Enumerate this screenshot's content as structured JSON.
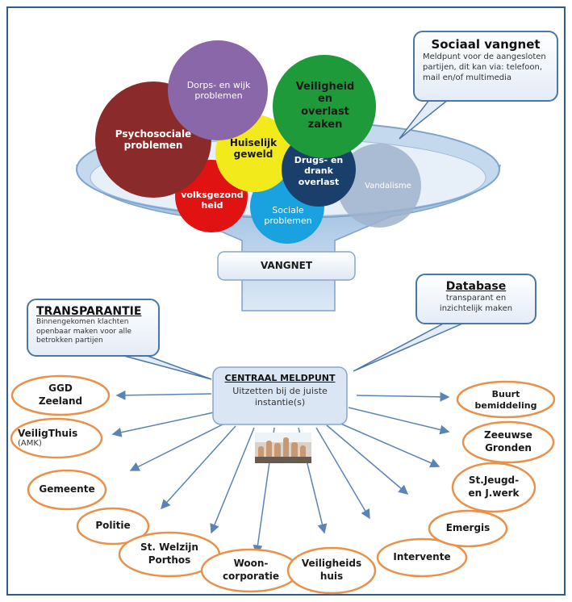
{
  "funnel": {
    "label": "VANGNET",
    "circles": {
      "psychosociale": "Psychosociale problemen",
      "dorps": "Dorps- en wijk problemen",
      "veiligheid": "Veiligheid en overlast zaken",
      "huiselijk": "Huiselijk geweld",
      "drugs": "Drugs- en drank overlast",
      "vandalisme": "Vandalisme",
      "volks": "volksgezond heid",
      "sociale": "Sociale problemen"
    }
  },
  "callouts": {
    "sociaal": {
      "title": "Sociaal vangnet",
      "text": "Meldpunt voor de aangesloten partijen, dit kan via: telefoon, mail en/of multimedia"
    },
    "database": {
      "title": "Database",
      "text": "transparant en inzichtelijk maken"
    },
    "transparantie": {
      "title": "TRANSPARANTIE",
      "text": "Binnengekomen klachten openbaar maken voor alle betrokken partijen"
    }
  },
  "central": {
    "title": "CENTRAAL MELDPUNT",
    "text": "Uitzetten bij de juiste instantie(s)"
  },
  "partners": {
    "ggd": "GGD Zeeland",
    "veiligthuis": "VeiligThuis",
    "veiligthuis_sub": "(AMK)",
    "gemeente": "Gemeente",
    "politie": "Politie",
    "welzijn": "St. Welzijn Porthos",
    "woon": "Woon- corporatie",
    "veiligheidshuis": "Veiligheids huis",
    "intervente": "Intervente",
    "emergis": "Emergis",
    "jeugd": "St.Jeugd- en J.werk",
    "zeeuwse": "Zeeuwse Gronden",
    "buurt": "Buurt bemiddeling"
  },
  "colors": {
    "funnel": "#a9c7e6",
    "oval_border": "#e8914a",
    "arrow": "#5b84b6",
    "psychosociale": "#8b2a2a",
    "dorps": "#8a67a8",
    "veiligheid": "#1f9a3a",
    "huiselijk": "#f2ea1a",
    "drugs": "#1b3f6b",
    "vandalisme": "#9fb3cc",
    "volks": "#e01212",
    "sociale": "#1aa2e0"
  },
  "image": {
    "icon": "raised-hands-photo"
  }
}
